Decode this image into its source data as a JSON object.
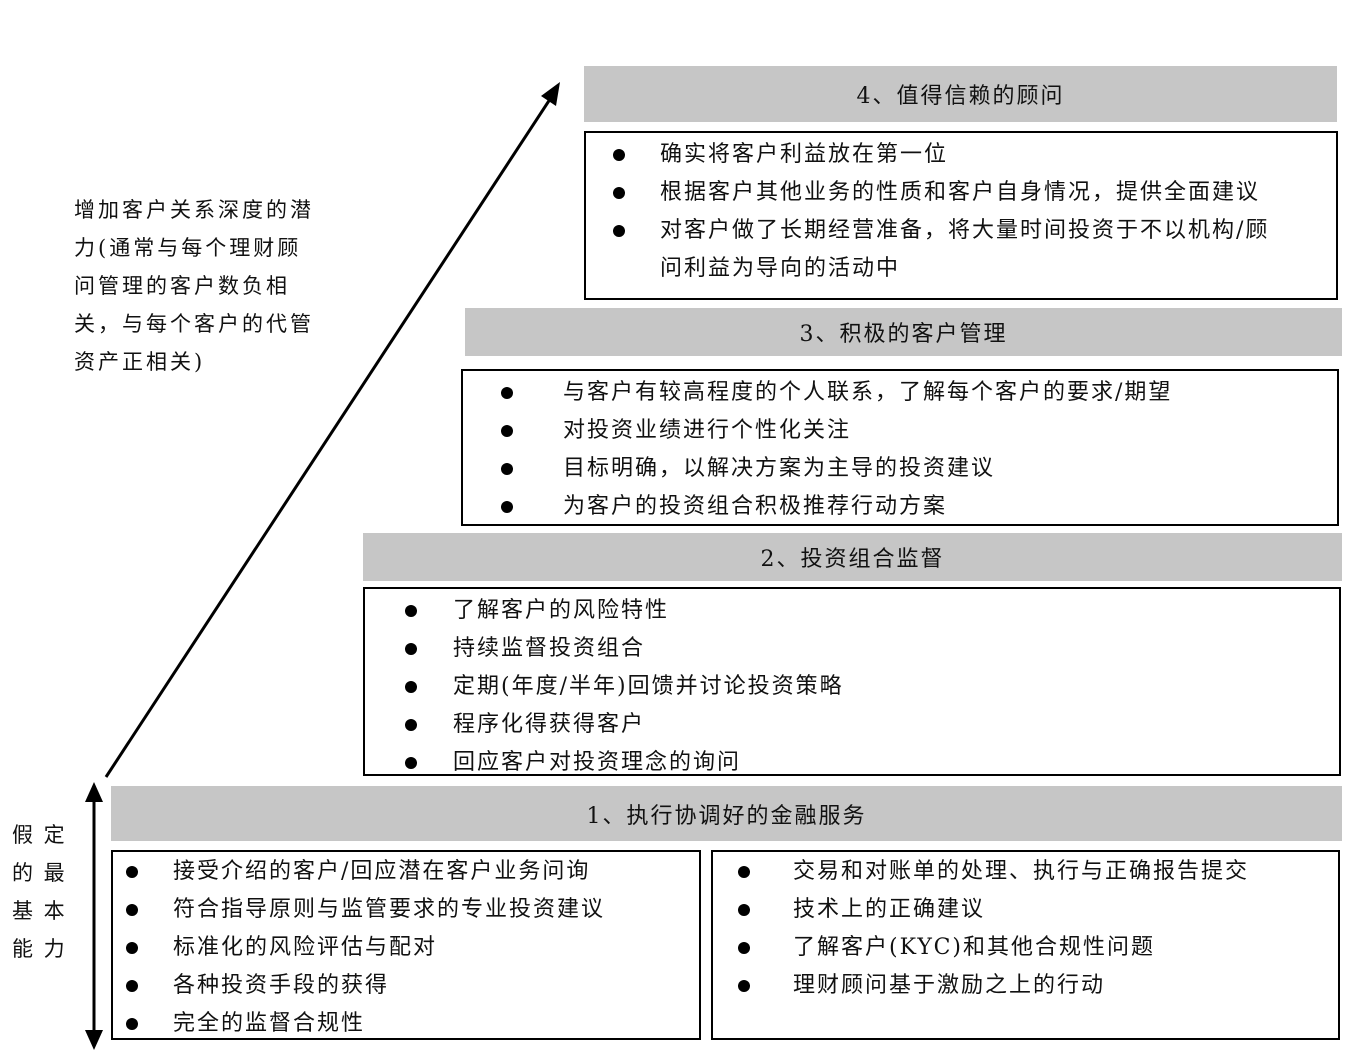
{
  "side_labels": {
    "potential": [
      "增加客户关系深度的潜",
      "力(通常与每个理财顾",
      "问管理的客户数负相",
      "关，与每个客户的代管",
      "资产正相关)"
    ],
    "basic": [
      "假 定",
      "的 最",
      "基 本",
      "能 力"
    ]
  },
  "levels": {
    "l4": {
      "title": "4、值得信赖的顾问",
      "items": [
        "确实将客户利益放在第一位",
        "根据客户其他业务的性质和客户自身情况，提供全面建议",
        "对客户做了长期经营准备，将大量时间投资于不以机构/顾",
        "问利益为导向的活动中"
      ]
    },
    "l3": {
      "title": "3、积极的客户管理",
      "items": [
        "与客户有较高程度的个人联系，了解每个客户的要求/期望",
        "对投资业绩进行个性化关注",
        "目标明确，以解决方案为主导的投资建议",
        "为客户的投资组合积极推荐行动方案"
      ]
    },
    "l2": {
      "title": "2、投资组合监督",
      "items": [
        "了解客户的风险特性",
        "持续监督投资组合",
        "定期(年度/半年)回馈并讨论投资策略",
        "程序化得获得客户",
        "回应客户对投资理念的询问"
      ]
    },
    "l1": {
      "title": "1、执行协调好的金融服务",
      "left_items": [
        "接受介绍的客户/回应潜在客户业务问询",
        "符合指导原则与监管要求的专业投资建议",
        "标准化的风险评估与配对",
        "各种投资手段的获得",
        "完全的监督合规性"
      ],
      "right_items": [
        "交易和对账单的处理、执行与正确报告提交",
        "技术上的正确建议",
        "了解客户(KYC)和其他合规性问题",
        "理财顾问基于激励之上的行动"
      ]
    }
  }
}
